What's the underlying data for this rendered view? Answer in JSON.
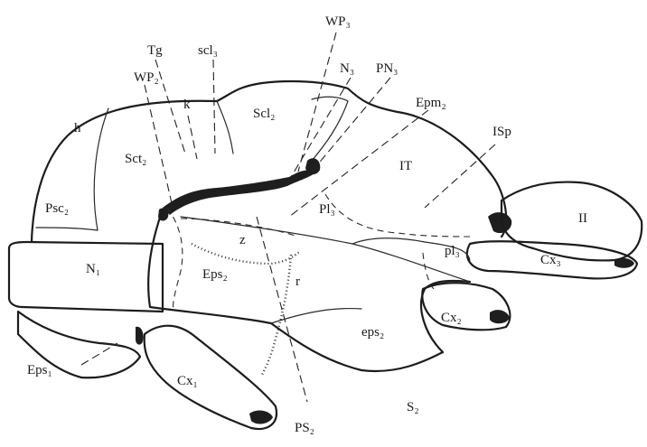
{
  "labels": {
    "Tg": "Tg",
    "scl3": "scl₃",
    "WP3": "WP₃",
    "N3": "N₃",
    "PN3": "PN₃",
    "WP2": "WP₂",
    "k": "k",
    "Scl2": "Scl₂",
    "Epm2": "Epm₂",
    "h": "h",
    "Sct2": "Sct₂",
    "IT": "IT",
    "ISp": "ISp",
    "Psc2": "Psc₂",
    "Pl3": "Pl₃",
    "II": "II",
    "z": "z",
    "pl3": "pl₃",
    "Cx3": "Cx₃",
    "N1": "N₁",
    "Eps2": "Eps₂",
    "r": "r",
    "Cx2": "Cx₂",
    "eps2": "eps₂",
    "Eps1": "Eps₁",
    "Cx1": "Cx₁",
    "S2": "S₂",
    "PS2": "PS₂"
  }
}
